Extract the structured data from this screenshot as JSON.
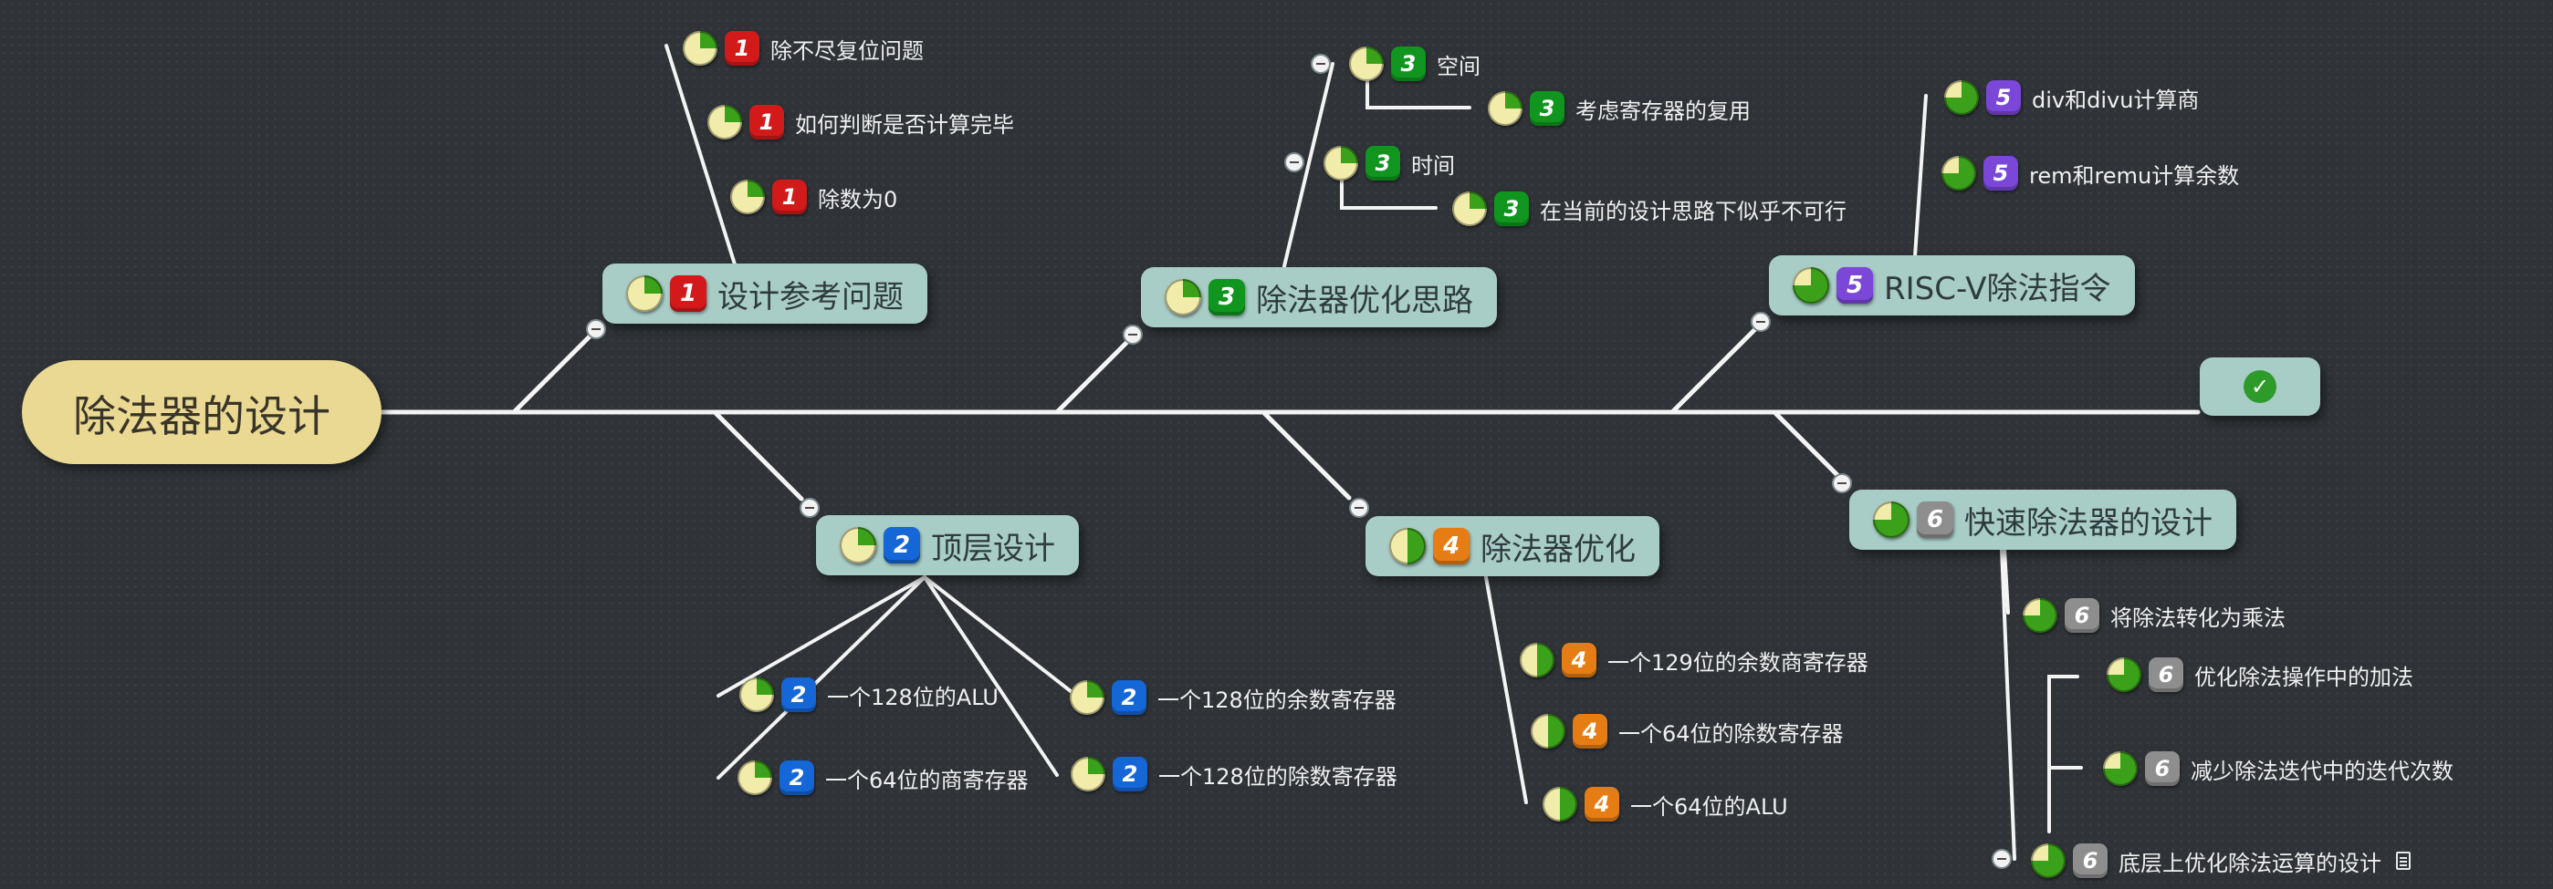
{
  "root": {
    "title": "除法器的设计"
  },
  "branches": {
    "b1": {
      "title": "设计参考问题",
      "priority": "1",
      "children": [
        {
          "label": "除不尽复位问题",
          "priority": "1"
        },
        {
          "label": "如何判断是否计算完毕",
          "priority": "1"
        },
        {
          "label": "除数为0",
          "priority": "1"
        }
      ]
    },
    "b2": {
      "title": "顶层设计",
      "priority": "2",
      "children": [
        {
          "label": "一个128位的ALU",
          "priority": "2"
        },
        {
          "label": "一个64位的商寄存器",
          "priority": "2"
        },
        {
          "label": "一个128位的余数寄存器",
          "priority": "2"
        },
        {
          "label": "一个128位的除数寄存器",
          "priority": "2"
        }
      ]
    },
    "b3": {
      "title": "除法器优化思路",
      "priority": "3",
      "children": [
        {
          "label": "空间",
          "priority": "3",
          "children": [
            {
              "label": "考虑寄存器的复用",
              "priority": "3"
            }
          ]
        },
        {
          "label": "时间",
          "priority": "3",
          "children": [
            {
              "label": "在当前的设计思路下似乎不可行",
              "priority": "3"
            }
          ]
        }
      ]
    },
    "b4": {
      "title": "除法器优化",
      "priority": "4",
      "children": [
        {
          "label": "一个129位的余数商寄存器",
          "priority": "4"
        },
        {
          "label": "一个64位的除数寄存器",
          "priority": "4"
        },
        {
          "label": "一个64位的ALU",
          "priority": "4"
        }
      ]
    },
    "b5": {
      "title": "RISC-V除法指令",
      "priority": "5",
      "children": [
        {
          "label": "div和divu计算商",
          "priority": "5"
        },
        {
          "label": "rem和remu计算余数",
          "priority": "5"
        }
      ]
    },
    "b6": {
      "title": "快速除法器的设计",
      "priority": "6",
      "children": [
        {
          "label": "将除法转化为乘法",
          "priority": "6"
        },
        {
          "label": "底层上优化除法运算的设计",
          "priority": "6",
          "children": [
            {
              "label": "优化除法操作中的加法",
              "priority": "6"
            },
            {
              "label": "减少除法迭代中的迭代次数",
              "priority": "6"
            }
          ]
        }
      ]
    }
  },
  "end_node": {
    "icon": "checkmark-icon",
    "glyph": "✓"
  },
  "colors": {
    "background": "#2f3337",
    "root": "#ead993",
    "branch_node": "#a8ccc6",
    "priority_1": "#d31a1a",
    "priority_2": "#1566d6",
    "priority_3": "#10961f",
    "priority_4": "#e57d14",
    "priority_5": "#7a47d8",
    "priority_6": "#8e8e8e",
    "progress_green": "#3ca11a",
    "progress_empty": "#f1ecaa"
  }
}
